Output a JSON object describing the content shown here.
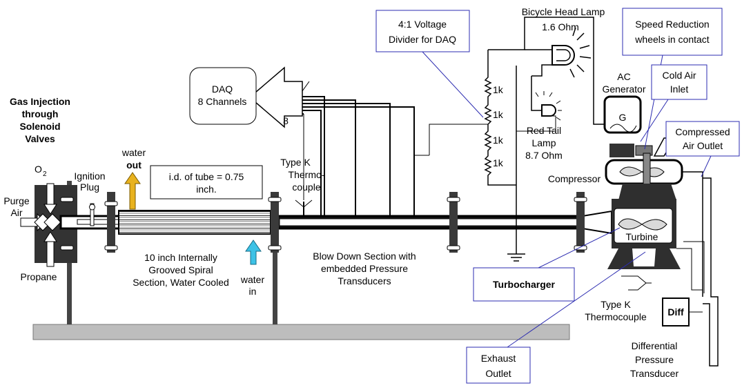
{
  "labels": {
    "gas_injection": [
      "Gas Injection",
      "through",
      "Solenoid",
      "Valves"
    ],
    "o2": "O",
    "o2_sub": "2",
    "purge_air": [
      "Purge",
      "Air"
    ],
    "propane": "Propane",
    "ignition_plug": [
      "Ignition",
      "Plug"
    ],
    "water_out": [
      "water",
      "out"
    ],
    "tube_id": [
      "i.d. of tube = 0.75",
      "inch."
    ],
    "spiral_section": [
      "10 inch Internally",
      "Grooved Spiral",
      "Section, Water Cooled"
    ],
    "water_in": [
      "water",
      "in"
    ],
    "thermocouple_top": [
      "Type K",
      "Thermo-",
      "couple"
    ],
    "daq": [
      "DAQ",
      "8 Channels"
    ],
    "daq_count": "8",
    "voltage_divider": [
      "4:1 Voltage",
      "Divider for DAQ"
    ],
    "resistors": [
      "1k",
      "1k",
      "1k",
      "1k"
    ],
    "head_lamp": [
      "Bicycle Head Lamp",
      "1.6 Ohm"
    ],
    "tail_lamp": [
      "Red Tail",
      "Lamp",
      "8.7 Ohm"
    ],
    "speed_reduction": [
      "Speed Reduction",
      "wheels in contact"
    ],
    "ac_generator": [
      "AC",
      "Generator"
    ],
    "generator_symbol": "G",
    "cold_air": [
      "Cold Air",
      "Inlet"
    ],
    "compressed_air": [
      "Compressed",
      "Air Outlet"
    ],
    "compressor": "Compressor",
    "turbine": "Turbine",
    "blow_down": [
      "Blow Down Section with",
      "embedded Pressure",
      "Transducers"
    ],
    "turbocharger": "Turbocharger",
    "thermocouple_bottom": [
      "Type K",
      "Thermocouple"
    ],
    "diff": "Diff",
    "diff_transducer": [
      "Differential",
      "Pressure",
      "Transducer"
    ],
    "exhaust": [
      "Exhaust",
      "Outlet"
    ]
  },
  "colors": {
    "water_out_arrow": "#e8b21e",
    "water_in_arrow": "#3cc2e6",
    "callout_border": "#2b2bb0",
    "base_plate": "#bdbdbd",
    "flange": "#3a3a3a"
  }
}
